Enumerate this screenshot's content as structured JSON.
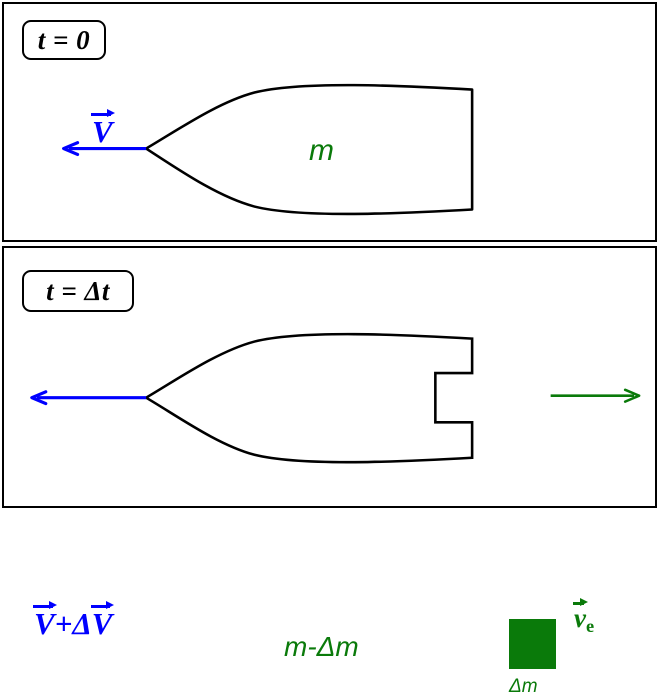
{
  "figure": {
    "title": "Rocket equation momentum diagram",
    "colors": {
      "outline": "#000000",
      "vector_blue": "#0000ff",
      "mass_green": "#0a7a0a",
      "background": "#ffffff"
    }
  },
  "panels": [
    {
      "id": "panel-top",
      "time_label": "t = 0",
      "velocity_vector": {
        "symbol": "V",
        "label": "V",
        "direction": "left",
        "color": "#0000ff",
        "overarrow": true
      },
      "rocket": {
        "mass_label": "m",
        "mass_color": "#0a7a0a",
        "tail": "flat"
      }
    },
    {
      "id": "panel-bottom",
      "time_label": "t = Δt",
      "velocity_vector": {
        "symbol": "V+ΔV",
        "label_first": "V",
        "label_operator": "+Δ",
        "label_second": "V",
        "direction": "left",
        "color": "#0000ff",
        "overarrow": true
      },
      "rocket": {
        "mass_label": "m-Δm",
        "mass_color": "#0a7a0a",
        "tail": "notched"
      },
      "exhaust": {
        "mass_label": "Δm",
        "block_color": "#0a7a0a",
        "velocity_symbol": "v",
        "velocity_subscript": "e",
        "direction": "right",
        "color": "#0a7a0a",
        "overarrow": true
      }
    }
  ]
}
